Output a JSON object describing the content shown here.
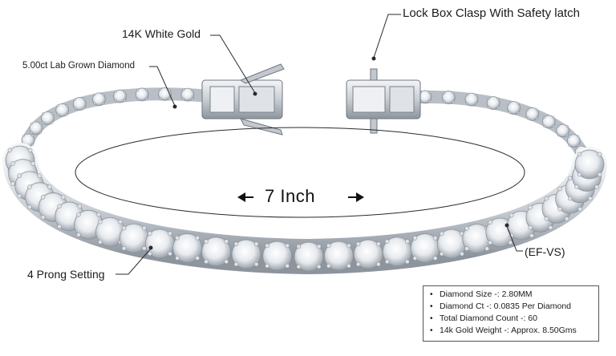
{
  "callouts": {
    "clasp": "Lock Box Clasp With Safety latch",
    "gold": "14K White Gold",
    "diamond": "5.00ct Lab Grown Diamond",
    "size": "7 Inch",
    "prong": "4 Prong Setting",
    "grade": "(EF-VS)"
  },
  "specs": [
    "Diamond Size -: 2.80MM",
    "Diamond Ct -: 0.0835 Per Diamond",
    "Total Diamond Count -: 60",
    "14k Gold Weight -:  Approx. 8.50Gms"
  ],
  "colors": {
    "metal": "#d7dbe0",
    "metal_dark": "#8e959d",
    "diamond": "#f2f4f7",
    "line": "#2a2a2a"
  }
}
